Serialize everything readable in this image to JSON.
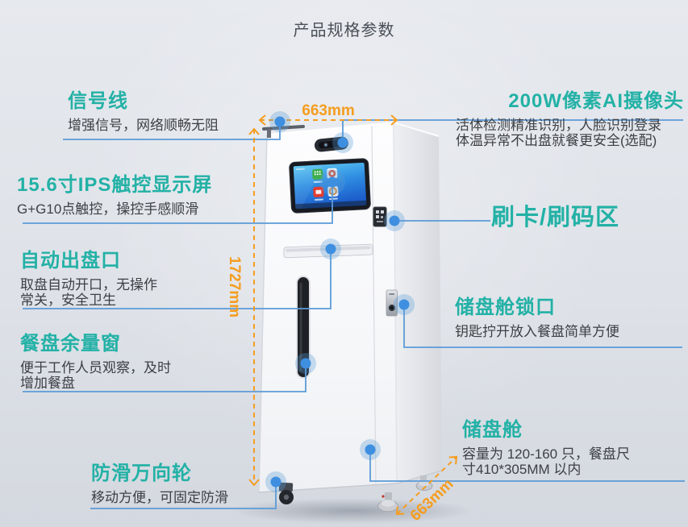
{
  "page_title": "产品规格参数",
  "annotations": {
    "signal": {
      "title": "信号线",
      "line1": "增强信号，网络顺畅无阻"
    },
    "display": {
      "title": "15.6寸IPS触控显示屏",
      "line1": "G+G10点触控，操控手感顺滑"
    },
    "outlet": {
      "title": "自动出盘口",
      "line1": "取盘自动开口，无操作",
      "line2": "常关，安全卫生"
    },
    "window": {
      "title": "餐盘余量窗",
      "line1": "便于工作人员观察，及时",
      "line2": "增加餐盘"
    },
    "wheel": {
      "title": "防滑万向轮",
      "line1": "移动方便，可固定防滑"
    },
    "camera": {
      "title": "200W像素AI摄像头",
      "line1": "活体检测精准识别，人脸识别登录",
      "line2": "体温异常不出盘就餐更安全(选配)"
    },
    "card": {
      "title": "刷卡/刷码区"
    },
    "lock": {
      "title": "储盘舱锁口",
      "line1": "钥匙拧开放入餐盘简单方便"
    },
    "cabin": {
      "title": "储盘舱",
      "line1": "容量为 120-160 只，餐盘尺",
      "line2": "寸410*305MM 以内"
    }
  },
  "dimensions": {
    "width": "663mm",
    "height": "1727mm",
    "depth": "663mm"
  },
  "colors": {
    "accent_teal": "#23b1a6",
    "accent_orange": "#f59d20",
    "connector_blue": "#5b9bd8",
    "anchor_dot_blue": "#3e8fe0",
    "body_text": "#3d4045"
  }
}
